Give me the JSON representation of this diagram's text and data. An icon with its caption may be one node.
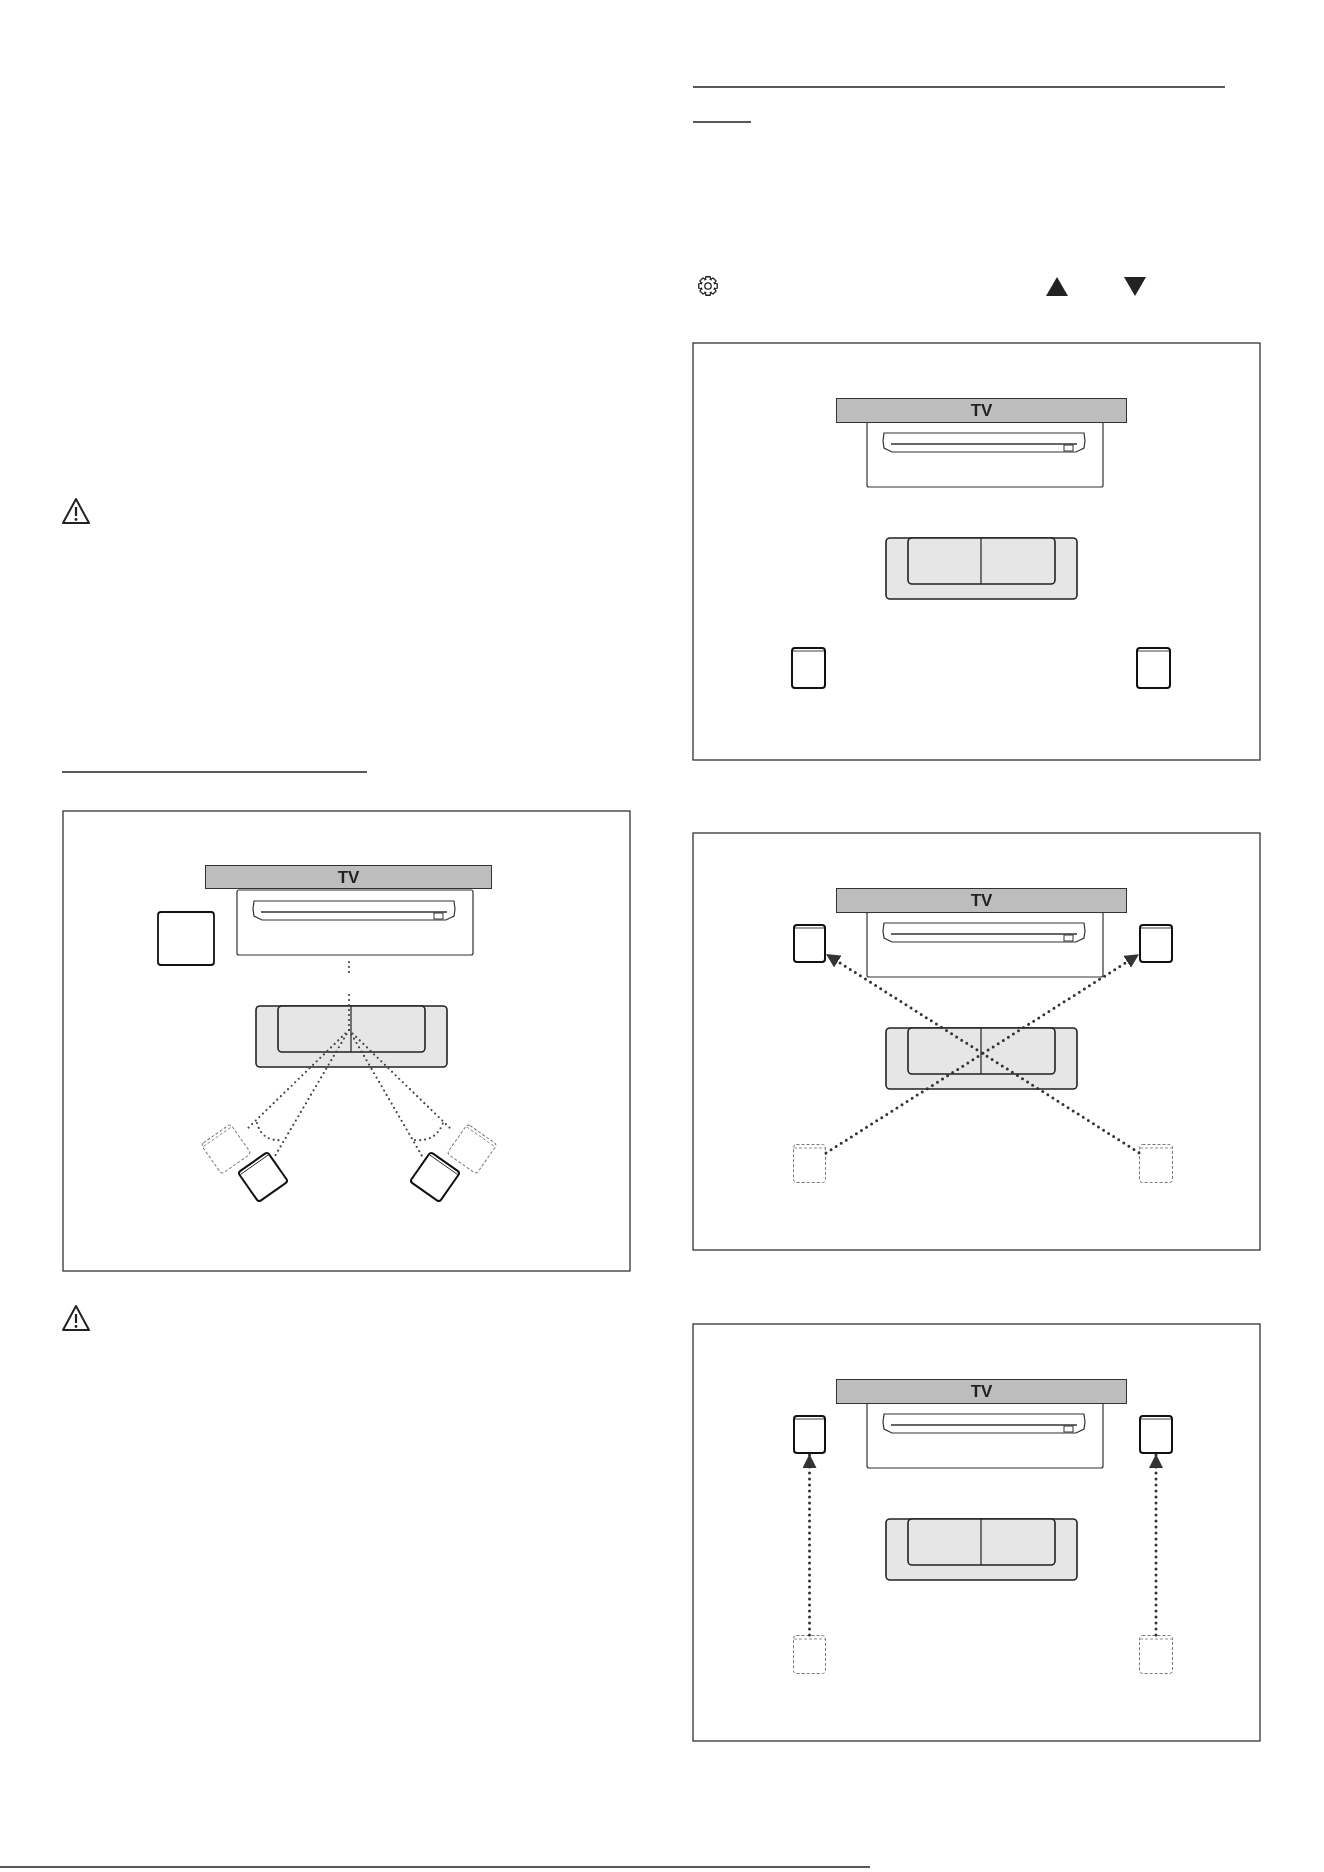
{
  "diagram": {
    "nodes": [
      {
        "text": [
          "TV"
        ]
      },
      {
        "text": [
          "TV"
        ]
      },
      {
        "text": [
          "TV"
        ]
      },
      {
        "text": [],
        "shape": "box"
      },
      {
        "text": [],
        "shape": "box"
      },
      {
        "text": [],
        "shape": "box"
      },
      {
        "text": [],
        "shape": "box"
      },
      {
        "text": [
          "TV"
        ]
      },
      {
        "text": [],
        "shape": "box"
      },
      {
        "text": [],
        "shape": "box"
      },
      {
        "text": [],
        "shape": "box"
      },
      {
        "text": [],
        "shape": "box"
      }
    ],
    "edges": [
      {
        "from": 5,
        "to": 4,
        "arrow": "to",
        "style": "dashed"
      },
      {
        "from": 6,
        "to": 3,
        "arrow": "to",
        "style": "dashed"
      },
      {
        "from": 10,
        "to": 8,
        "arrow": "to",
        "style": "dashed"
      },
      {
        "from": 11,
        "to": 9,
        "arrow": "to",
        "style": "dashed"
      }
    ]
  }
}
